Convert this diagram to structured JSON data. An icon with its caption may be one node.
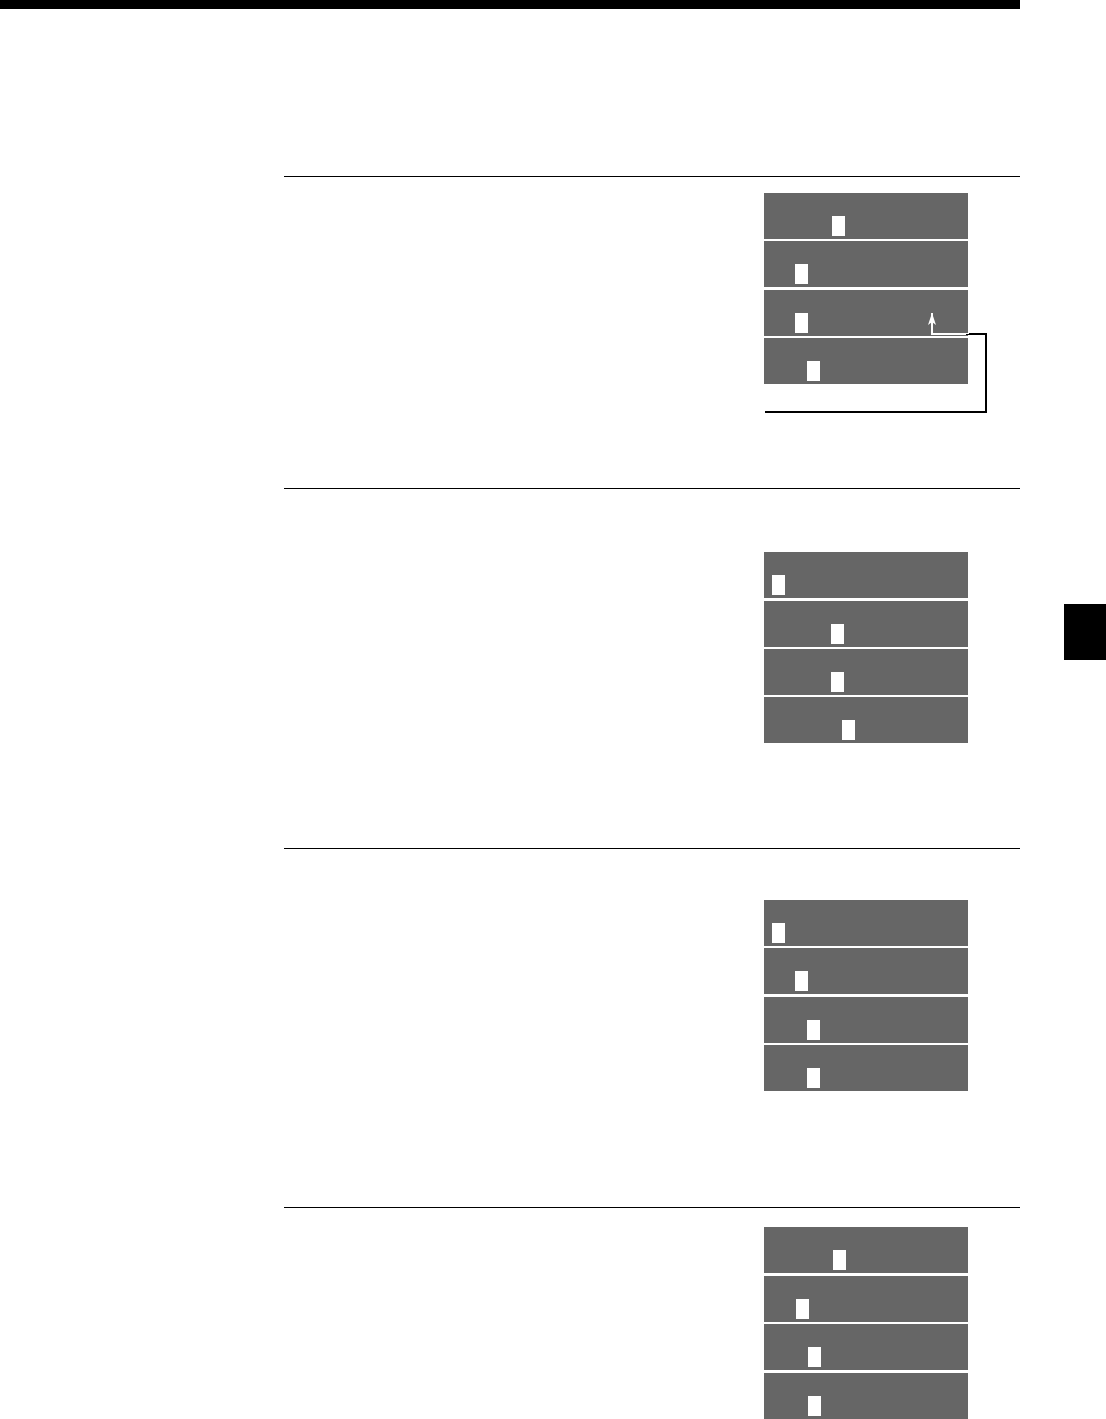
{
  "diagram": {
    "nodes": [
      {
        "text": [],
        "shape": "box"
      },
      {
        "text": [],
        "shape": "box"
      },
      {
        "text": [],
        "shape": "box"
      },
      {
        "text": [],
        "shape": "box"
      },
      {
        "text": [],
        "shape": "box"
      },
      {
        "text": [],
        "shape": "box"
      },
      {
        "text": [],
        "shape": "box"
      },
      {
        "text": [],
        "shape": "box"
      },
      {
        "text": [],
        "shape": "box"
      },
      {
        "text": [],
        "shape": "box"
      },
      {
        "text": [],
        "shape": "box"
      },
      {
        "text": [],
        "shape": "box"
      },
      {
        "text": [],
        "shape": "box"
      },
      {
        "text": [],
        "shape": "box"
      },
      {
        "text": [],
        "shape": "box"
      },
      {
        "text": [],
        "shape": "box"
      }
    ],
    "edges": [
      {
        "from": null,
        "to": 2,
        "arrow": "to"
      }
    ]
  }
}
